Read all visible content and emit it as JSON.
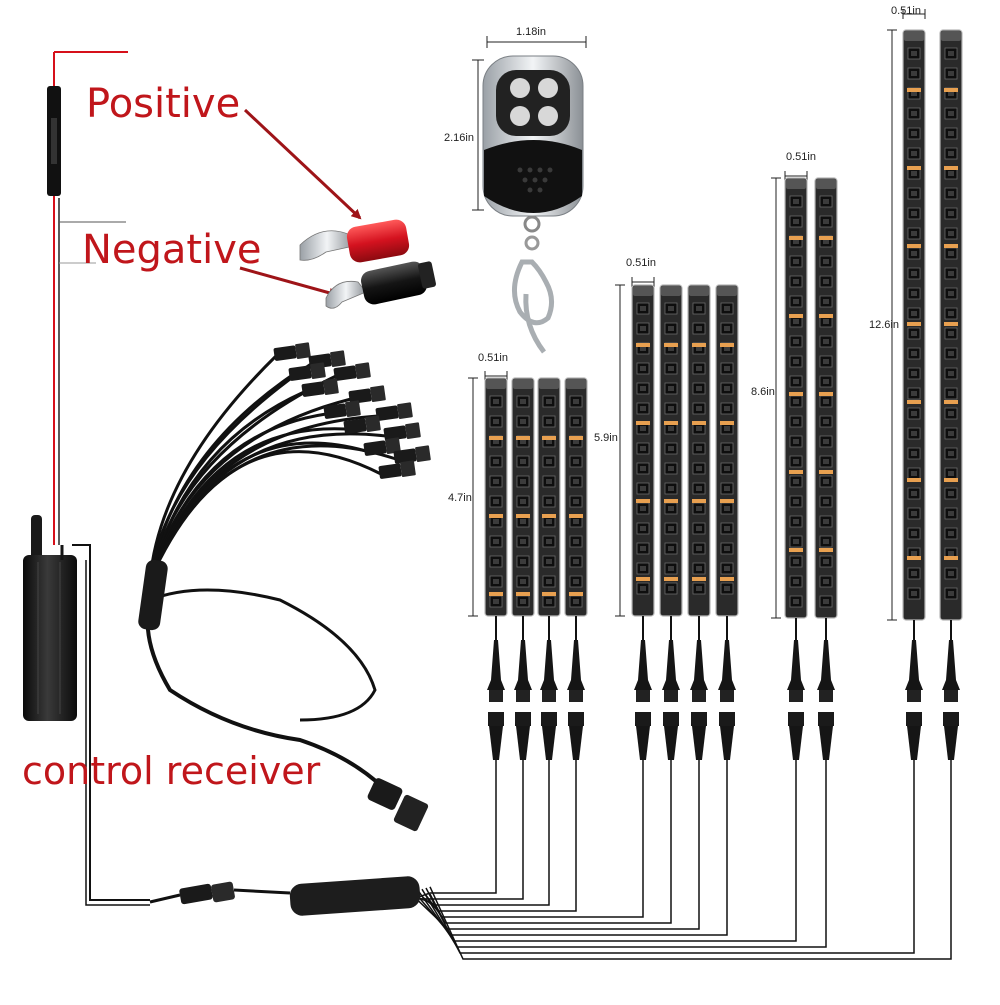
{
  "labels": {
    "positive": "Positive",
    "negative": "Negative",
    "control_receiver": "control receiver"
  },
  "remote": {
    "width": "1.18in",
    "height": "2.16in"
  },
  "strip_groups": [
    {
      "width": "0.51in",
      "length": "4.7in",
      "count": 4
    },
    {
      "width": "0.51in",
      "length": "5.9in",
      "count": 4
    },
    {
      "width": "0.51in",
      "length": "8.6in",
      "count": 2
    },
    {
      "width": "0.51in",
      "length": "12.6in",
      "count": 2
    }
  ],
  "colors": {
    "positive_wire": "#d6101a",
    "terminal_red": "#d4121f",
    "terminal_black": "#151515",
    "label_red": "#c0161b",
    "strip_body": "#2a2a2a",
    "led_amber": "#e8a050"
  }
}
